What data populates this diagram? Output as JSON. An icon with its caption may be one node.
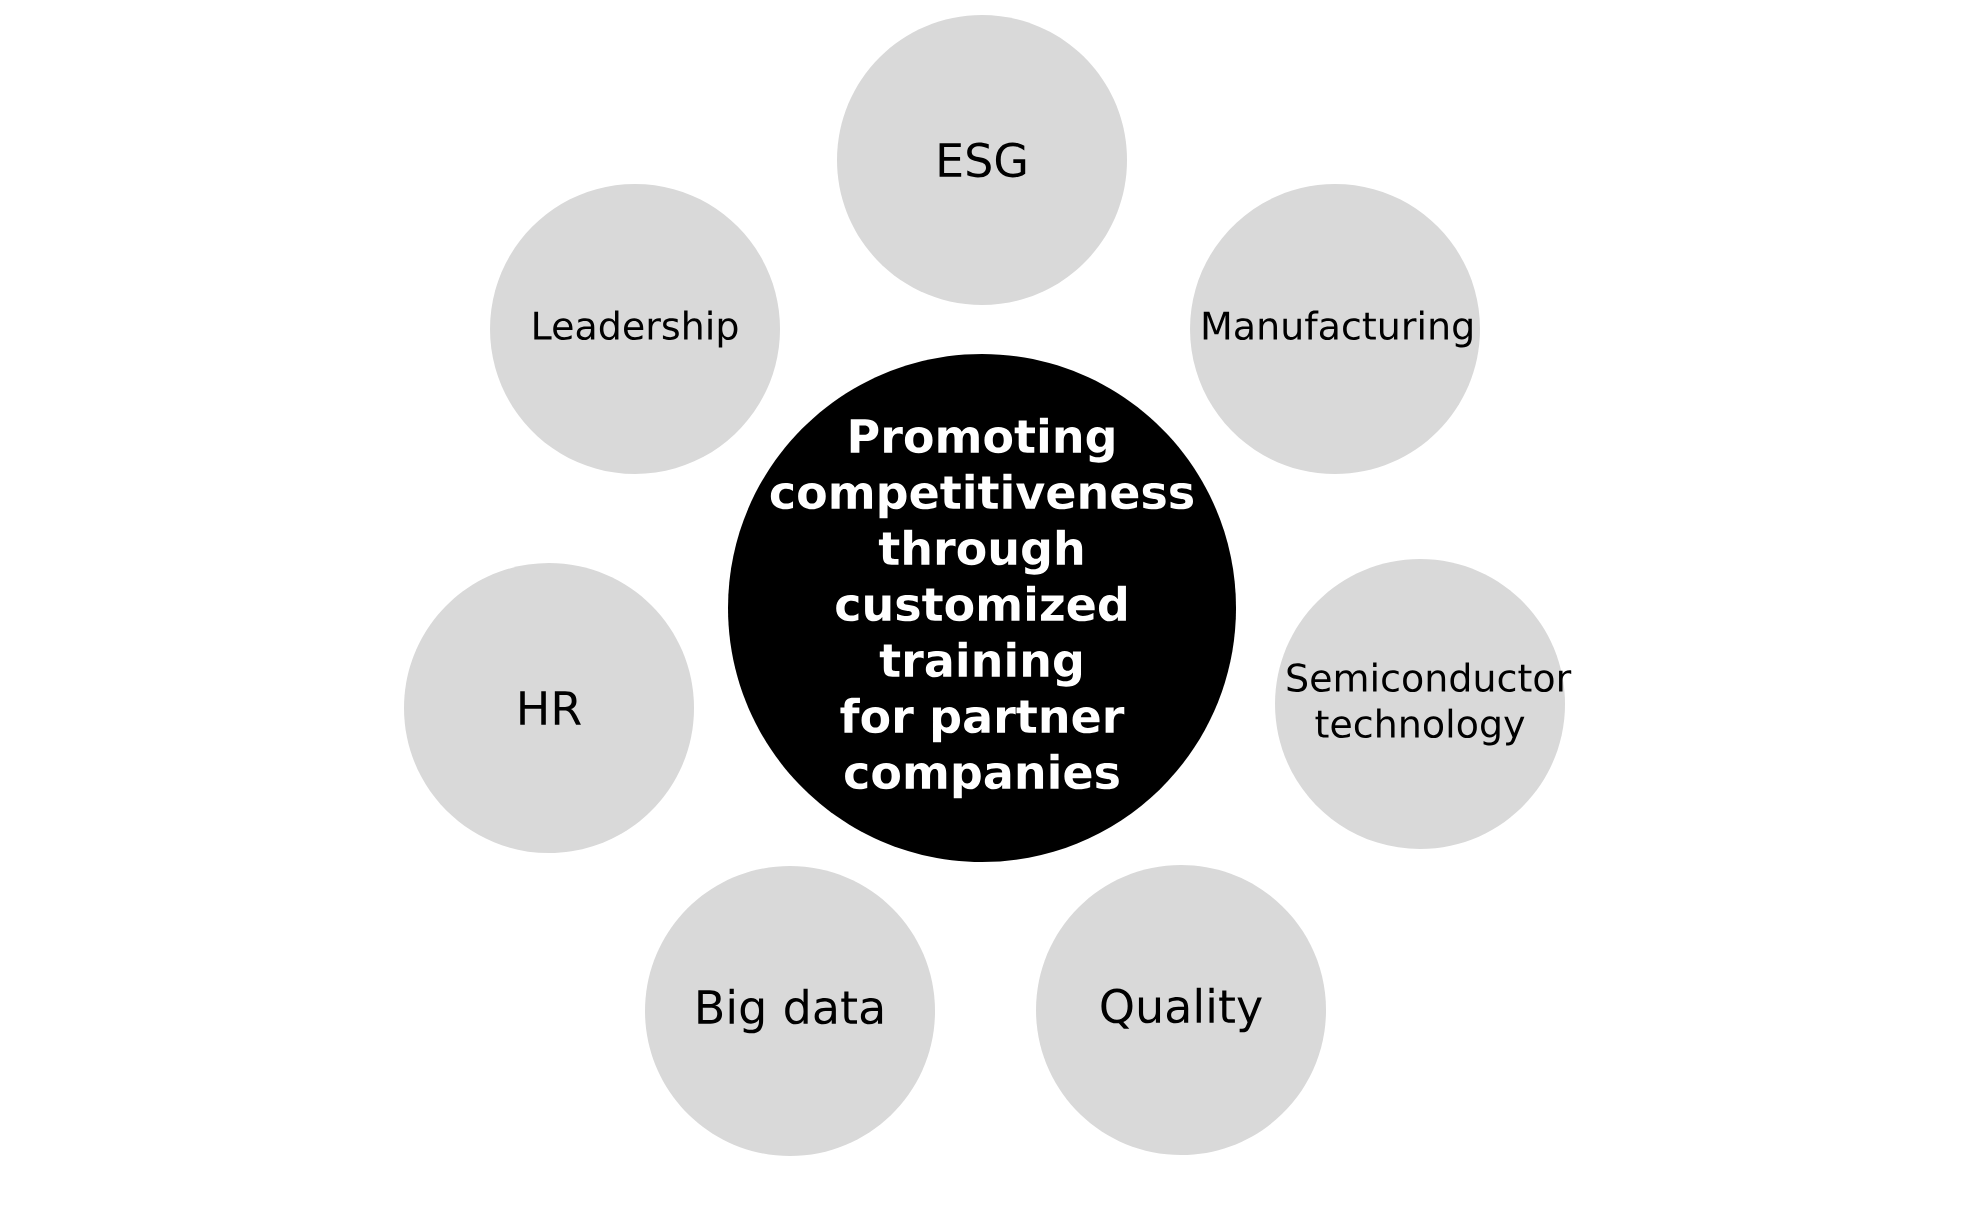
{
  "diagram": {
    "nodes": [
      {
        "text": [
          "Promoting competitiveness through customized training for partner companies"
        ]
      },
      {
        "text": [
          "ESG"
        ]
      },
      {
        "text": [
          "Leadership"
        ]
      },
      {
        "text": [
          "Manufacturing"
        ]
      },
      {
        "text": [
          "HR"
        ]
      },
      {
        "text": [
          "Semiconductor technology"
        ]
      },
      {
        "text": [
          "Big data"
        ]
      },
      {
        "text": [
          "Quality"
        ]
      }
    ]
  }
}
